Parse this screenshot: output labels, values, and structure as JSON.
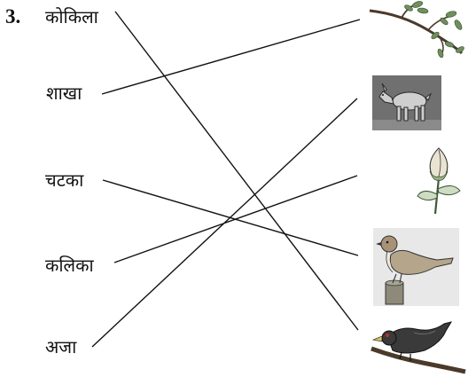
{
  "question": {
    "number": "3."
  },
  "left_words": [
    "कोकिला",
    "शाखा",
    "चटका",
    "कलिका",
    "अजा"
  ],
  "right_pictures": [
    "branch-icon",
    "goat-icon",
    "bud-icon",
    "sparrow-icon",
    "cuckoo-icon"
  ],
  "colors": {
    "ink": "#111111",
    "goat_bg": "#707070",
    "leaf": "#6f8f5f"
  }
}
